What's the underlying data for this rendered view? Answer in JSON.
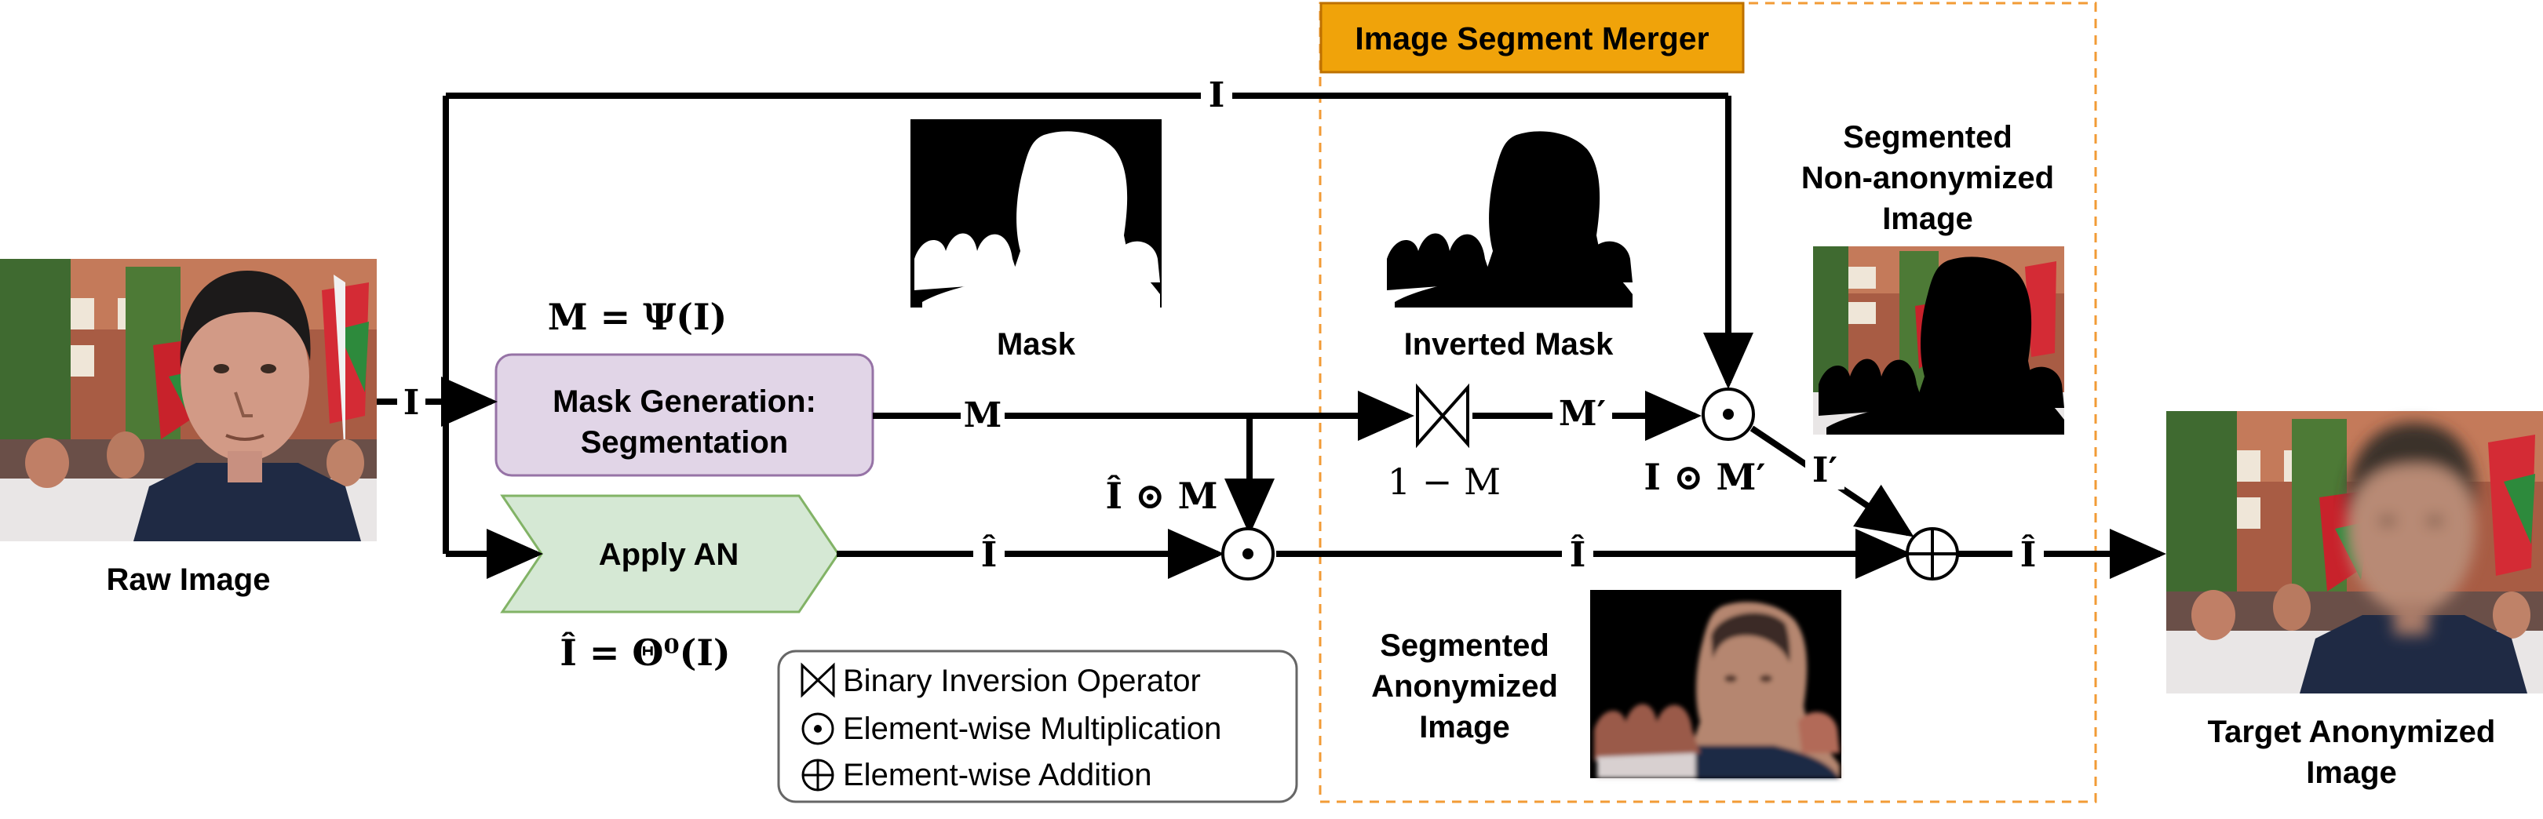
{
  "merger_title": "Image Segment Merger",
  "images": {
    "raw": "Raw Image",
    "mask": "Mask",
    "inverted_mask": "Inverted Mask",
    "seg_nonanon": [
      "Segmented",
      "Non-anonymized",
      "Image"
    ],
    "seg_anon": [
      "Segmented",
      "Anonymized",
      "Image"
    ],
    "target": [
      "Target Anonymized",
      "Image"
    ]
  },
  "blocks": {
    "mask_gen": [
      "Mask Generation:",
      "Segmentation"
    ],
    "apply_an": "Apply AN"
  },
  "equations": {
    "mask_eq": "M = Ψ(I)",
    "anon_eq": "Î = Θ⁰(I)",
    "i_hat_m": "Î ⊙ M",
    "one_minus_m": "1 − M",
    "i_m_prime": "I ⊙ M′"
  },
  "arrows": {
    "I_top": "I",
    "I_in": "I",
    "M": "M",
    "M_prime": "M′",
    "I_prime": "I′",
    "I_hat_1": "Î",
    "I_hat_2": "Î",
    "I_hat_3": "Î"
  },
  "legend": [
    {
      "icon": "bowtie",
      "text": "Binary Inversion Operator"
    },
    {
      "icon": "odot",
      "text": "Element-wise Multiplication"
    },
    {
      "icon": "oplus",
      "text": "Element-wise Addition"
    }
  ],
  "colors": {
    "merger_fill": "#F0A30A",
    "merger_border": "#F29B36",
    "mask_gen_fill": "#E1D5E7",
    "mask_gen_border": "#9673A6",
    "apply_an_fill": "#D5E8D4",
    "apply_an_border": "#82B366"
  }
}
